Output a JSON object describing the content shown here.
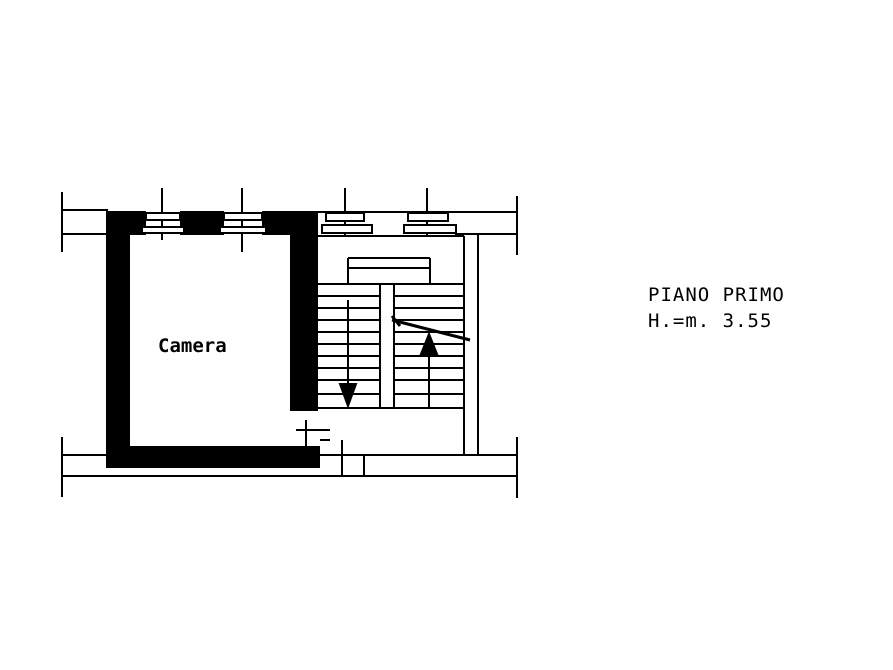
{
  "plan": {
    "room_label": "Camera",
    "floor_title": "PIANO PRIMO",
    "height_note": "H.=m. 3.55"
  }
}
